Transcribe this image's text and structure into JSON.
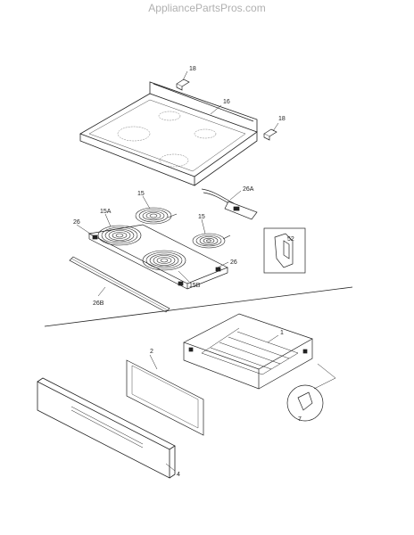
{
  "watermark": "AppliancePartsPros.com",
  "callouts": {
    "c18a": "18",
    "c16": "16",
    "c18b": "18",
    "c26a": "26A",
    "c15a_label": "15",
    "c15A": "15A",
    "c26_left": "26",
    "c15_right": "15",
    "c52": "52",
    "c26_right": "26",
    "c15B": "15B",
    "c26B": "26B",
    "c1": "1",
    "c2": "2",
    "c7": "7",
    "c4": "4"
  }
}
